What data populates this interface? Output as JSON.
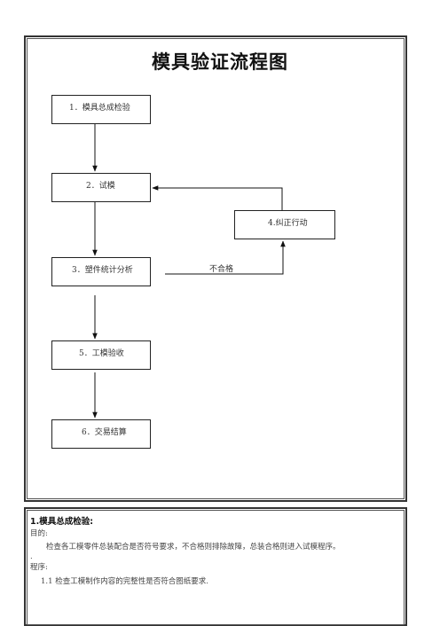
{
  "flowchart": {
    "title": "模具验证流程图",
    "steps": {
      "step1": "1．模具总成检验",
      "step2": "2．试模",
      "step3": "3．塑件统计分析",
      "step4": "4.纠正行动",
      "step5": "5．工模验收",
      "step6": "6．交易结算"
    },
    "fail_label": "不合格"
  },
  "section": {
    "heading": "1.模具总成检验:",
    "purpose_label": "目的:",
    "purpose_text": "检查各工模零件总装配合是否符号要求，不合格则排除故障，总装合格则进入试模程序。",
    "separator": ".",
    "procedure_label": "程序:",
    "procedure_item": "1.1  检查工模制作内容的完整性是否符合图纸要求."
  }
}
